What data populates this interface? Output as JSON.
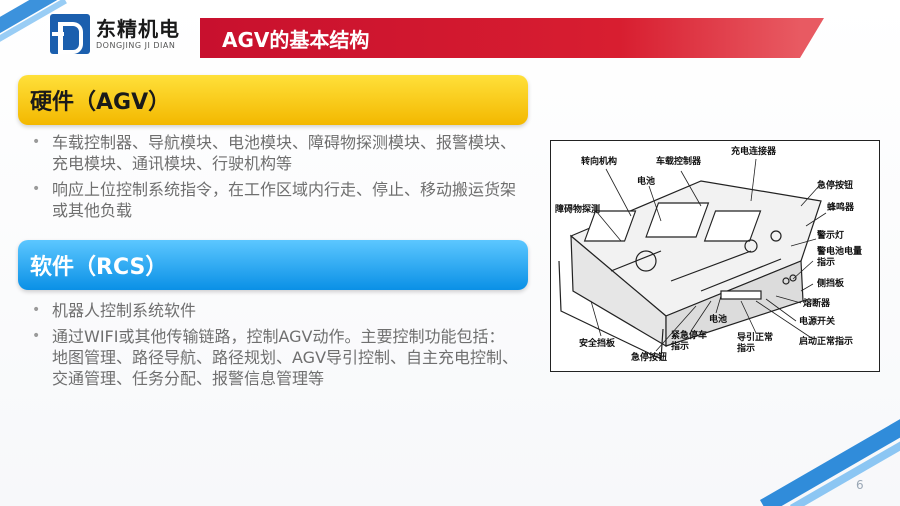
{
  "header": {
    "logo_cn": "东精机电",
    "logo_en": "DONGJING JI DIAN",
    "title": "AGV的基本结构"
  },
  "hardware": {
    "heading": "硬件（AGV）",
    "bullets": [
      "车载控制器、导航模块、电池模块、障碍物探测模块、报警模块、充电模块、通讯模块、行驶机构等",
      "响应上位控制系统指令，在工作区域内行走、停止、移动搬运货架或其他负载"
    ]
  },
  "software": {
    "heading": "软件（RCS）",
    "bullets": [
      "机器人控制系统软件",
      "通过WIFI或其他传输链路，控制AGV动作。主要控制功能包括：地图管理、路径导航、路径规划、AGV导引控制、自主充电控制、交通管理、任务分配、报警信息管理等"
    ]
  },
  "diagram": {
    "labels": {
      "steering": "转向机构",
      "controller": "车载控制器",
      "charge_connector": "充电连接器",
      "battery_top": "电池",
      "estop_btn_right": "急停按钮",
      "buzzer": "蜂鸣器",
      "obstacle": "障碍物探测",
      "warning_light": "警示灯",
      "battery_indicator": "警电池电量指示",
      "side_plate": "侧挡板",
      "fuse": "熔断器",
      "power_switch": "电源开关",
      "start_normal": "启动正常指示",
      "guide_normal": "导引正常指示",
      "battery_bottom": "电池",
      "emergency_stop_ind": "紧急停车指示",
      "estop_btn_bottom": "急停按钮",
      "safety_plate": "安全挡板"
    }
  },
  "page": {
    "number": "6"
  },
  "colors": {
    "brand_blue": "#1b5fae",
    "title_red": "#c8102e",
    "hw_yellow": "#f3b800",
    "sw_blue": "#0a90e6"
  }
}
